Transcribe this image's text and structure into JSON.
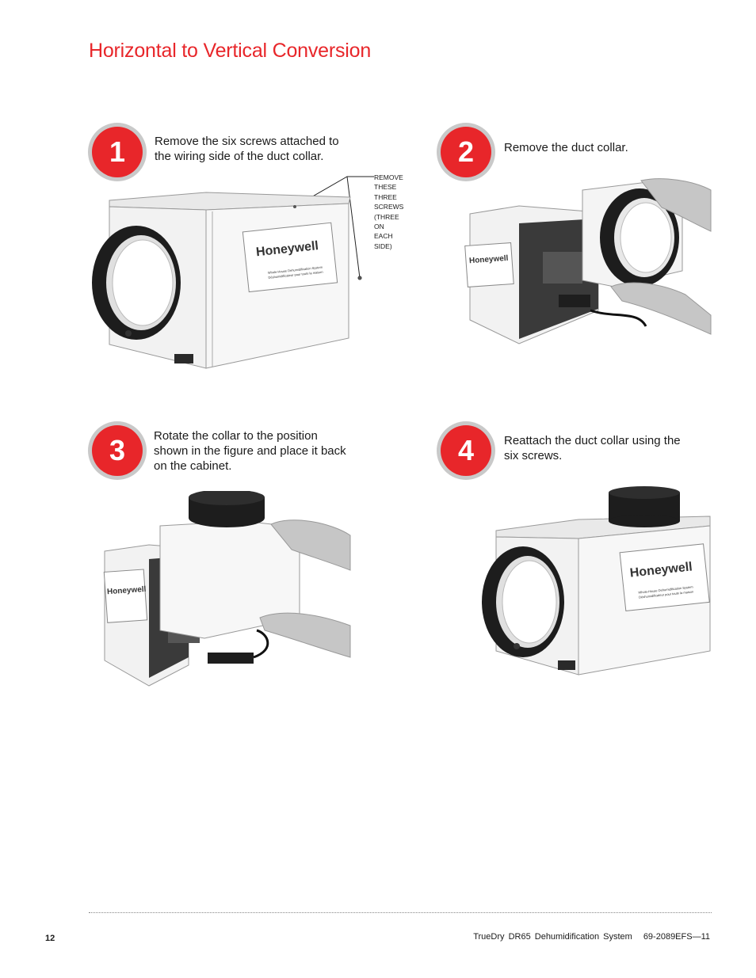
{
  "page": {
    "title": "Horizontal to Vertical Conversion",
    "accent_color": "#e8262a",
    "page_number": "12",
    "footer_product": "TrueDry DR65 Dehumidification System",
    "footer_doc": "69-2089EFS—11"
  },
  "steps": [
    {
      "number": "1",
      "lines": [
        "Remove the six screws attached to",
        "the wiring side of the duct collar."
      ]
    },
    {
      "number": "2",
      "lines": [
        "Remove the duct collar."
      ]
    },
    {
      "number": "3",
      "lines": [
        "Rotate the collar to the position",
        "shown in the figure and place it back",
        "on the cabinet."
      ]
    },
    {
      "number": "4",
      "lines": [
        "Reattach the duct collar using the",
        "six screws."
      ]
    }
  ],
  "callout": {
    "lines": [
      "REMOVE",
      "THESE",
      "THREE",
      "SCREWS",
      "(THREE",
      "ON",
      "EACH",
      "SIDE)"
    ]
  },
  "product_label": {
    "brand": "Honeywell",
    "line1": "Whole-House Dehumidification System",
    "line2": "Déshumidificateur pour toute la maison"
  }
}
